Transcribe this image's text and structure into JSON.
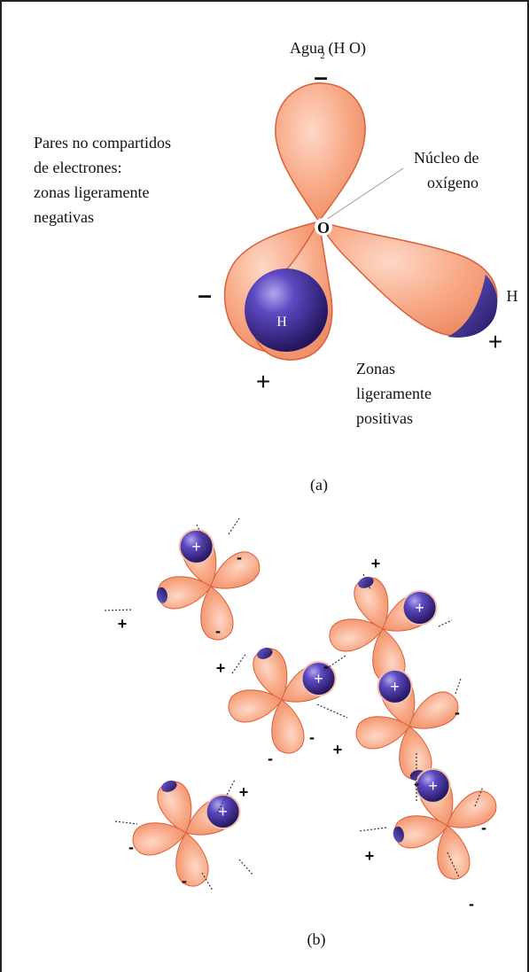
{
  "figure_a": {
    "title": "Agua (H O)",
    "subscript": "2",
    "lone_pairs_label": [
      "Pares no compartidos",
      "de electrones:",
      "zonas ligeramente",
      "negativas"
    ],
    "nucleus_label": [
      "Núcleo de",
      "oxígeno"
    ],
    "oxygen": "O",
    "hydrogen": "H",
    "positive_label": [
      "Zonas",
      "ligeramente",
      "positivas"
    ],
    "minus": "–",
    "plus": "+",
    "caption": "(a)"
  },
  "figure_b": {
    "minus": "-",
    "plus": "+",
    "caption": "(b)"
  },
  "colors": {
    "lobe_fill": "#f7a98a",
    "lobe_stroke": "#d9603c",
    "hydrogen": "#3b2b8a",
    "hydrogen_highlight": "#8f84d8"
  }
}
